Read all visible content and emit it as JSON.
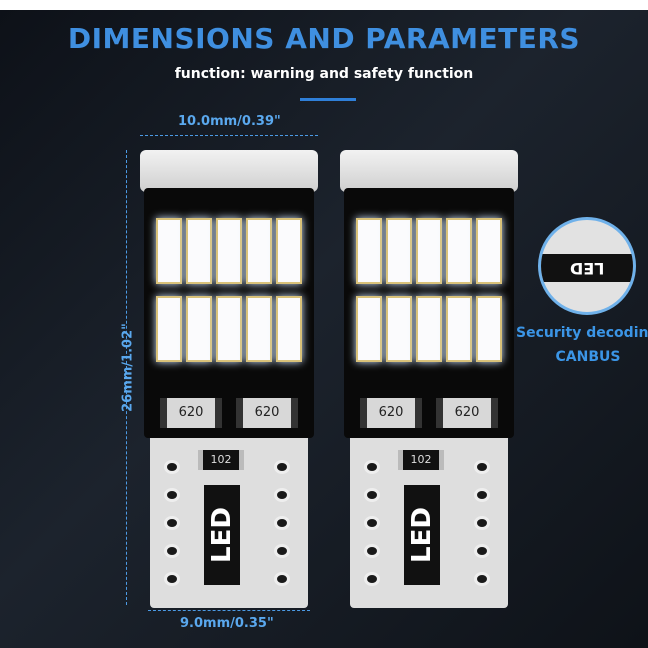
{
  "header": {
    "title": "DIMENSIONS AND PARAMETERS",
    "subtitle": "function: warning and safety function"
  },
  "dimensions": {
    "top_width": "10.0mm/0.39\"",
    "height": "26mm/1.02\"",
    "bottom_width": "9.0mm/0.35\""
  },
  "bulb": {
    "resistor_label": "620",
    "chip_label": "102",
    "base_label": "LED"
  },
  "feature": {
    "line1": "Security decoding",
    "line2": "CANBUS"
  },
  "colors": {
    "accent": "#3f8fe0",
    "background": "#141a22"
  }
}
